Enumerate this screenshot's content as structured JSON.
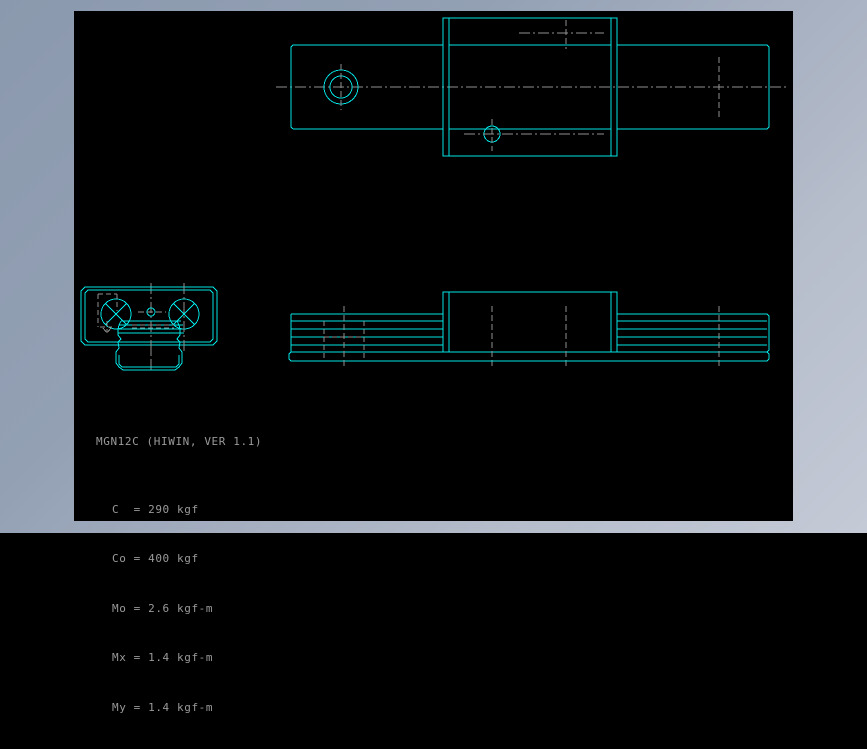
{
  "app": {
    "background_color": "#8b99ae",
    "canvas_color": "#000000"
  },
  "drawing": {
    "line_color": "#00e5e5",
    "centerline_color": "#909090",
    "text_color": "#9a9a9a",
    "title": "MGN12C (HIWIN, VER 1.1)",
    "specs": [
      {
        "label": "C ",
        "sep": " = ",
        "value": "290 kgf"
      },
      {
        "label": "Co",
        "sep": " = ",
        "value": "400 kgf"
      },
      {
        "label": "Mo",
        "sep": " = ",
        "value": "2.6 kgf-m"
      },
      {
        "label": "Mx",
        "sep": " = ",
        "value": "1.4 kgf-m"
      },
      {
        "label": "My",
        "sep": " = ",
        "value": "1.4 kgf-m"
      }
    ],
    "spec_lines": [
      "C  = 290 kgf",
      "Co = 400 kgf",
      "Mo = 2.6 kgf-m",
      "Mx = 1.4 kgf-m",
      "My = 1.4 kgf-m"
    ],
    "views": [
      {
        "name": "top-view",
        "label": "Top view of MGN12C carriage on rail"
      },
      {
        "name": "front-view",
        "label": "Front elevation of MGN12C carriage on rail"
      },
      {
        "name": "end-section-view",
        "label": "End cross-section of MGN12C carriage"
      }
    ]
  }
}
